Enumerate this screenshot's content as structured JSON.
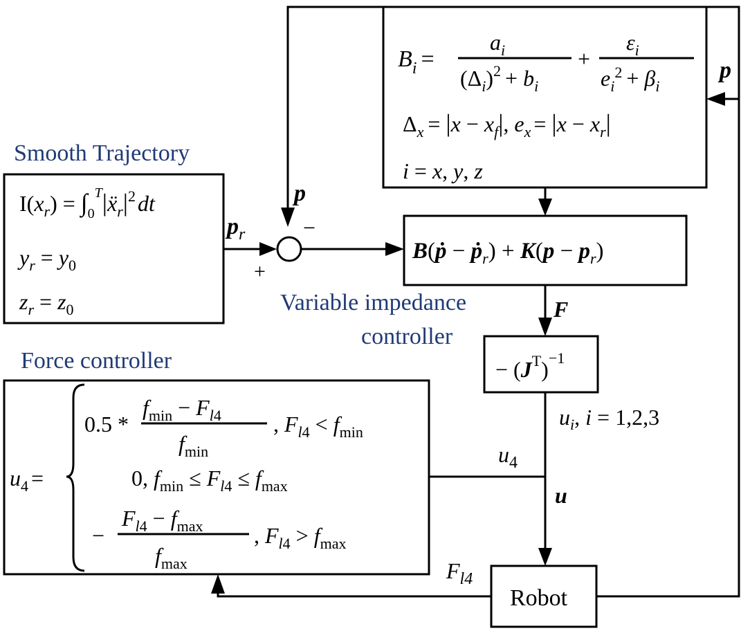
{
  "labels": {
    "smooth_trajectory": "Smooth Trajectory",
    "variable_impedance_line1": "Variable impedance",
    "variable_impedance_line2": "controller",
    "force_controller": "Force controller",
    "robot": "Robot"
  },
  "signals": {
    "p_top": "p",
    "p_right": "p",
    "p_r": "p",
    "p_r_sub": "r",
    "minus": "−",
    "plus": "+",
    "F": "F",
    "u_i_list": "1,2,3",
    "u4": "u",
    "u4_sub": "4",
    "u": "u",
    "F_l4": "F",
    "F_l4_sub": "l4"
  },
  "blocks": {
    "impedance_params": {
      "eq_B": "B_i = a_i / ((Δ_i)^2 + b_i) + ε_i / (e_i^2 + β_i)",
      "eq_delta": "Δ_x = |x − x_f|, e_x = |x − x_r|",
      "eq_index": "i = x, y, z"
    },
    "trajectory": {
      "eq_I": "I(x_r) = ∫_0^T |ẍ_r|^2 dt",
      "eq_y": "y_r = y_0",
      "eq_z": "z_r = z_0"
    },
    "impedance_law": "B(ṗ − ṗ_r) + K(p − p_r)",
    "jacobian": "−(J^T)^−1",
    "force_law": {
      "case1": "0.5 * (f_min − F_l4)/f_min,  F_l4 < f_min",
      "case2": "0,  f_min ≤ F_l4 ≤ f_max",
      "case3": "−(F_l4 − f_max)/f_max,  F_l4 > f_max"
    }
  }
}
